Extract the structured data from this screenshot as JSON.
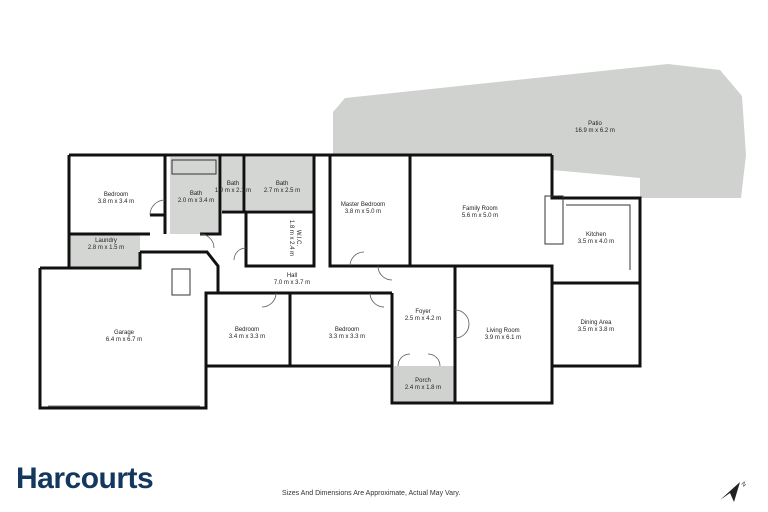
{
  "brand": {
    "name": "Harcourts",
    "color": "#13375f"
  },
  "disclaimer": "Sizes And Dimensions Are Approximate, Actual May Vary.",
  "compass": {
    "label": "N",
    "icon": "north-arrow-icon"
  },
  "colors": {
    "wall": "#111111",
    "outdoor_fill": "#cfd2cf",
    "wet_area_fill": "#d4d6d4"
  },
  "rooms": {
    "patio": {
      "name": "Patio",
      "size": "16.9 m x 6.2 m"
    },
    "bedroom1": {
      "name": "Bedroom",
      "size": "3.8 m x 3.4 m"
    },
    "bath1": {
      "name": "Bath",
      "size": "2.0 m x 3.4 m"
    },
    "bath2": {
      "name": "Bath",
      "size": "1.0 m x 2.1 m"
    },
    "bath3": {
      "name": "Bath",
      "size": "2.7 m x 2.5 m"
    },
    "master": {
      "name": "Master Bedroom",
      "size": "3.8 m x 5.0 m"
    },
    "family": {
      "name": "Family Room",
      "size": "5.6 m x 5.0 m"
    },
    "kitchen": {
      "name": "Kitchen",
      "size": "3.5 m x 4.0 m"
    },
    "laundry": {
      "name": "Laundry",
      "size": "2.8 m x 1.5 m"
    },
    "wic": {
      "name": "W.I.C.",
      "size": "1.8 m x 2.4 m"
    },
    "hall": {
      "name": "Hall",
      "size": "7.0 m x 3.7 m"
    },
    "garage": {
      "name": "Garage",
      "size": "6.4 m x 6.7 m"
    },
    "bedroom2": {
      "name": "Bedroom",
      "size": "3.4 m x 3.3 m"
    },
    "bedroom3": {
      "name": "Bedroom",
      "size": "3.3 m x 3.3 m"
    },
    "foyer": {
      "name": "Foyer",
      "size": "2.5 m x 4.2 m"
    },
    "living": {
      "name": "Living Room",
      "size": "3.9 m x 6.1 m"
    },
    "dining": {
      "name": "Dining Area",
      "size": "3.5 m x 3.8 m"
    },
    "porch": {
      "name": "Porch",
      "size": "2.4 m x 1.8 m"
    }
  }
}
